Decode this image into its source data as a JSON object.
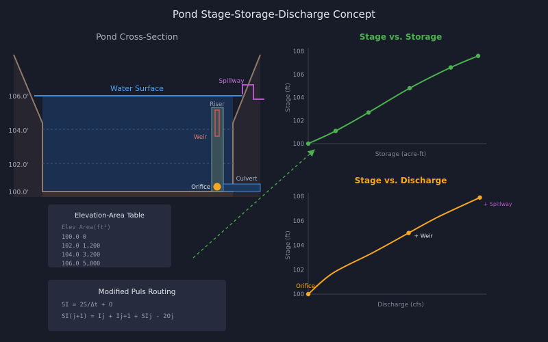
{
  "title": "Pond Stage-Storage-Discharge Concept",
  "cross_section": {
    "title": "Pond Cross-Section",
    "water_label": "Water Surface",
    "spillway_label": "Spillway",
    "riser_label": "Riser",
    "weir_label": "Weir",
    "orifice_label": "Orifice",
    "culvert_label": "Culvert",
    "elevations": [
      "106.0'",
      "104.0'",
      "102.0'",
      "100.0'"
    ]
  },
  "elev_table": {
    "title": "Elevation-Area Table",
    "header": "Elev Area(ft²)",
    "rows": [
      "100.0 0",
      "102.0 1,200",
      "104.0 3,200",
      "106.0 5,800"
    ]
  },
  "routing": {
    "title": "Modified Puls Routing",
    "eq1": "SI = 2S/Δt + O",
    "eq2": "SI(j+1) = Ij + Ij+1 + SIj - 2Oj"
  },
  "colors": {
    "storage": "#4caf50",
    "discharge": "#f5a623",
    "water": "#3d8fe0",
    "spillway": "#b455c8",
    "weir": "#d9534f"
  },
  "chart_data": [
    {
      "type": "line",
      "title": "Stage vs. Storage",
      "xlabel": "Storage (acre-ft)",
      "ylabel": "Stage (ft)",
      "ylim": [
        100,
        108
      ],
      "yticks": [
        100,
        102,
        104,
        106,
        108
      ],
      "x": [
        0,
        1,
        2.2,
        3.7,
        5.2,
        6.2
      ],
      "y": [
        100,
        101.1,
        102.7,
        104.8,
        106.6,
        107.6
      ],
      "xlim": [
        0,
        6.5
      ],
      "annotations": []
    },
    {
      "type": "line",
      "title": "Stage vs. Discharge",
      "xlabel": "Discharge (cfs)",
      "ylabel": "Stage (ft)",
      "ylim": [
        100,
        108
      ],
      "yticks": [
        100,
        102,
        104,
        106,
        108
      ],
      "x": [
        0,
        1.5,
        4,
        6.2,
        8,
        10.6
      ],
      "y": [
        100,
        101.7,
        103.4,
        105,
        106.3,
        107.9
      ],
      "xlim": [
        0,
        11
      ],
      "markers": [
        0,
        3,
        5
      ],
      "annotations": [
        {
          "text": "Orifice",
          "index": 0
        },
        {
          "text": "+ Weir",
          "index": 3
        },
        {
          "text": "+ Spillway",
          "index": 5
        }
      ]
    }
  ]
}
